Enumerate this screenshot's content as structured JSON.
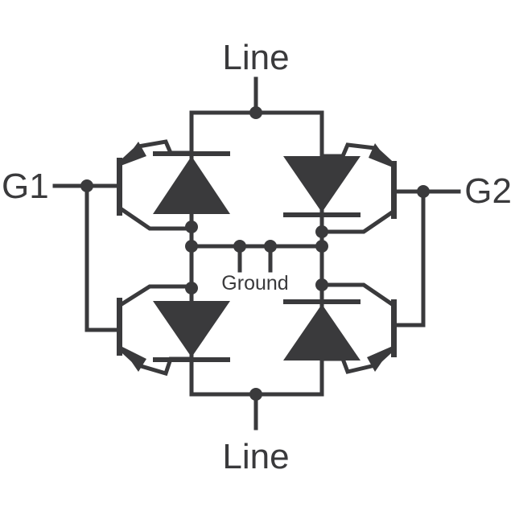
{
  "labels": {
    "line_top": "Line",
    "line_bottom": "Line",
    "gate_left": "G1",
    "gate_right": "G2",
    "ground": "Ground"
  },
  "colors": {
    "ink": "#3a3a3c",
    "background": "#ffffff"
  }
}
